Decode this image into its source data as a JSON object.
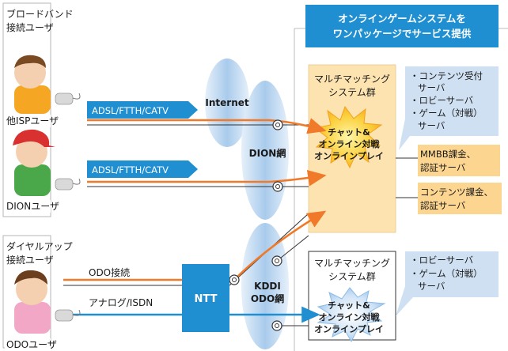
{
  "header_banner": {
    "line1": "オンラインゲームシステムを",
    "line2": "ワンパッケージでサービス提供",
    "color": "#1f8fd1"
  },
  "user_groups": {
    "broadband_heading_line1": "ブロードバンド",
    "broadband_heading_line2": "接続ユーザ",
    "other_isp_user": "他ISPユーザ",
    "dion_user": "DIONユーザ",
    "dialup_heading_line1": "ダイヤルアップ",
    "dialup_heading_line2": "接続ユーザ",
    "odo_user": "ODOユーザ"
  },
  "connections": {
    "adsl_1": "ADSL/FTTH/CATV",
    "adsl_2": "ADSL/FTTH/CATV",
    "odo_connection": "ODO接続",
    "analog_isdn": "アナログ/ISDN"
  },
  "networks": {
    "internet": "Internet",
    "dion": "DION網",
    "kddi_line1": "KDDI",
    "kddi_line2": "ODO網",
    "ntt": "NTT"
  },
  "system_top": {
    "title_line1": "マルチマッチング",
    "title_line2": "システム群",
    "burst_line1": "チャット&",
    "burst_line2": "オンライン対戦",
    "burst_line3": "オンラインプレイ"
  },
  "system_bottom": {
    "title_line1": "マルチマッチング",
    "title_line2": "システム群",
    "burst_line1": "チャット&",
    "burst_line2": "オンライン対戦",
    "burst_line3": "オンラインプレイ"
  },
  "servers_top": {
    "bullet_1a": "・コンテンツ受付",
    "bullet_1b": "サーバ",
    "bullet_2": "・ロビーサーバ",
    "bullet_3a": "・ゲーム（対戦）",
    "bullet_3b": "サーバ"
  },
  "billing": {
    "mmbb_line1": "MMBB課金、",
    "mmbb_line2": "認証サーバ",
    "content_line1": "コンテンツ課金、",
    "content_line2": "認証サーバ"
  },
  "servers_bottom": {
    "bullet_1": "・ロビーサーバ",
    "bullet_2a": "・ゲーム（対戦）",
    "bullet_2b": "サーバ"
  },
  "colors": {
    "blue_arrow": "#1f8fd1",
    "orange_line": "#f07a2a",
    "cloud_light": "#bcd7f0",
    "system_fill": "#fde3b0",
    "billing_fill": "#fcd590",
    "ntt_fill": "#1f8fd1",
    "server_callout": "#cfe0f2"
  }
}
